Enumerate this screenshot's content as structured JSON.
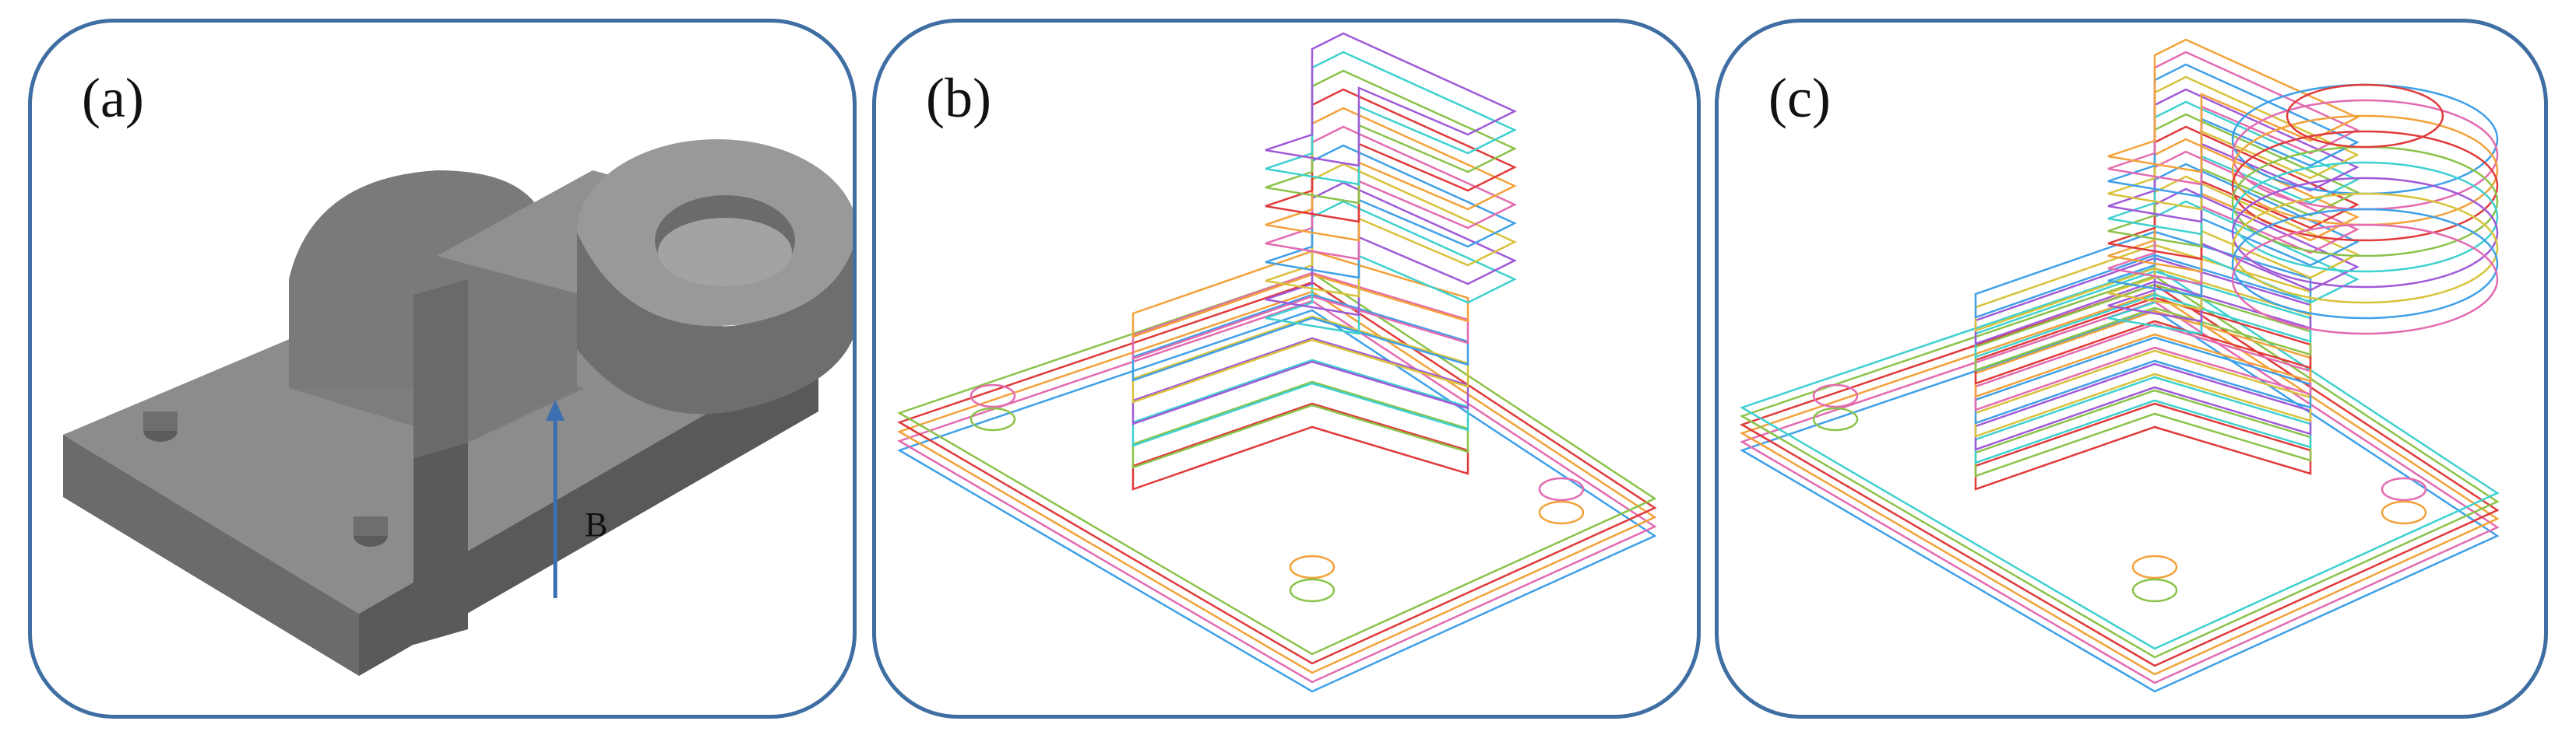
{
  "panels": [
    {
      "label": "(a)",
      "arrow_label": "B"
    },
    {
      "label": "(b)"
    },
    {
      "label": "(c)"
    }
  ],
  "colors": {
    "border": "#3f6ea3",
    "arrow": "#3b6fb0",
    "solid_top": "#8a8a8a",
    "solid_left": "#6f6f6f",
    "solid_front": "#5e5e5e",
    "layers": [
      "#3fa0e8",
      "#e36bb0",
      "#f2a23a",
      "#e03a3a",
      "#8bc34a",
      "#3fd0d0",
      "#a05ad8",
      "#d8c23a"
    ]
  }
}
